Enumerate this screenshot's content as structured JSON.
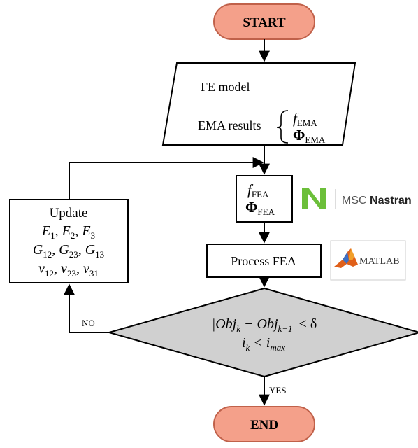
{
  "flowchart": {
    "start_label": "START",
    "end_label": "END",
    "input_box": {
      "line1": "FE model",
      "line2": "EMA results",
      "f_sym": "f",
      "f_sub": "EMA",
      "phi_sym": "Φ",
      "phi_sub": "EMA"
    },
    "fea_box": {
      "f_sym": "f",
      "f_sub": "FEA",
      "phi_sym": "Φ",
      "phi_sub": "FEA"
    },
    "process_label": "Process FEA",
    "update_box": {
      "title": "Update",
      "row1": [
        {
          "sym": "E",
          "sub": "1"
        },
        {
          "sym": "E",
          "sub": "2"
        },
        {
          "sym": "E",
          "sub": "3"
        }
      ],
      "row2": [
        {
          "sym": "G",
          "sub": "12"
        },
        {
          "sym": "G",
          "sub": "23"
        },
        {
          "sym": "G",
          "sub": "13"
        }
      ],
      "row3": [
        {
          "sym": "ν",
          "sub": "12"
        },
        {
          "sym": "ν",
          "sub": "23"
        },
        {
          "sym": "ν",
          "sub": "31"
        }
      ]
    },
    "decision": {
      "line1_a": "|Obj",
      "line1_a_sub": "k",
      "line1_b": " − Obj",
      "line1_b_sub": "k−1",
      "line1_c": "| <  δ",
      "line2_a": "i",
      "line2_a_sub": "k",
      "line2_b": " < i",
      "line2_b_sub": "max"
    },
    "no_label": "NO",
    "yes_label": "YES"
  },
  "logos": {
    "nastran_prefix": "MSC",
    "nastran_name": "Nastran",
    "nastran_color": "#6cbf3a",
    "matlab_name": "MATLAB"
  },
  "colors": {
    "terminal_fill": "#f4a08a",
    "terminal_stroke": "#c0614a",
    "decision_fill": "#d0d0d0"
  }
}
